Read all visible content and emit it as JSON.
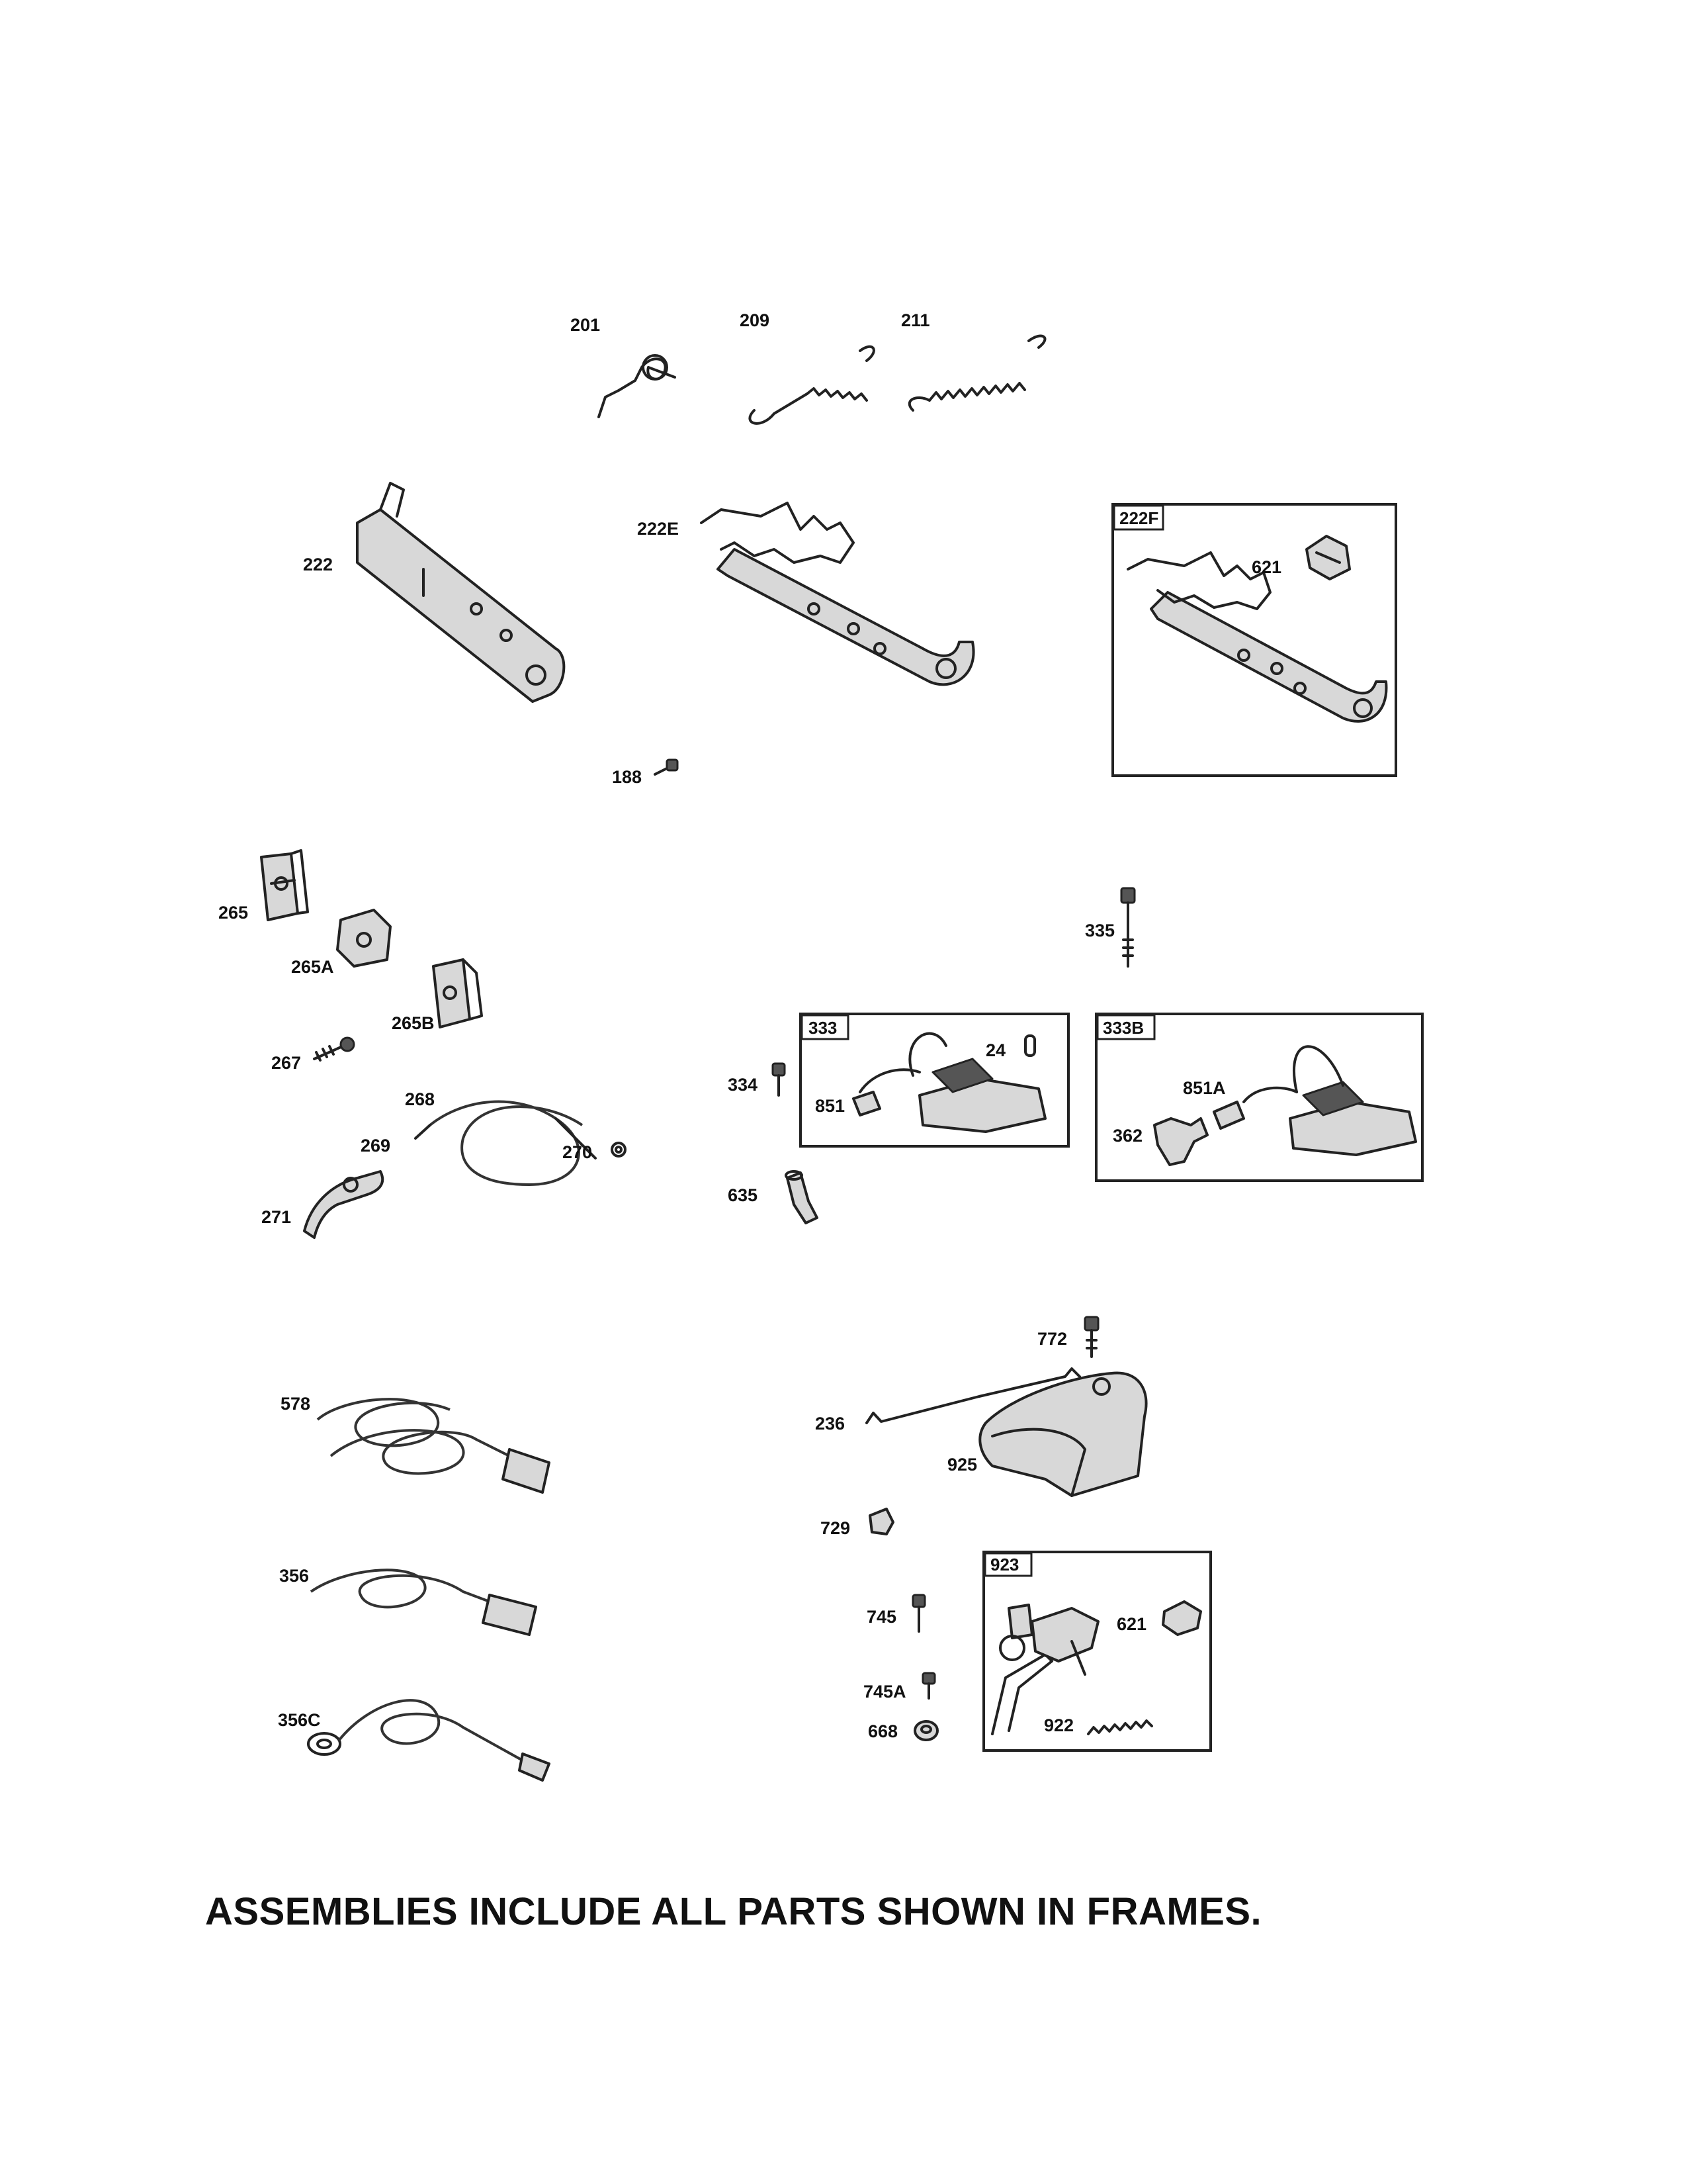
{
  "labels": {
    "p201": "201",
    "p209": "209",
    "p211": "211",
    "p222": "222",
    "p222E": "222E",
    "p188": "188",
    "p621a": "621",
    "p265": "265",
    "p265A": "265A",
    "p265B": "265B",
    "p267": "267",
    "p268": "268",
    "p269": "269",
    "p270": "270",
    "p271": "271",
    "p335": "335",
    "p334": "334",
    "p24": "24",
    "p851": "851",
    "p635": "635",
    "p851A": "851A",
    "p362": "362",
    "p578": "578",
    "p356": "356",
    "p356C": "356C",
    "p772": "772",
    "p236": "236",
    "p925": "925",
    "p729": "729",
    "p745": "745",
    "p745A": "745A",
    "p668": "668",
    "p621b": "621",
    "p922": "922"
  },
  "frames": {
    "f222F": "222F",
    "f333": "333",
    "f333B": "333B",
    "f923": "923"
  },
  "footer": {
    "note": "ASSEMBLIES INCLUDE ALL PARTS SHOWN IN FRAMES."
  }
}
